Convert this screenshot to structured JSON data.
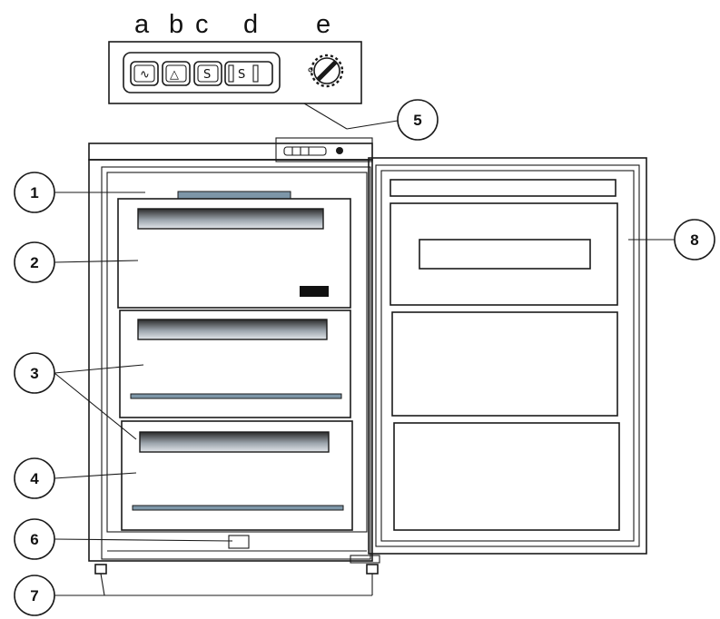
{
  "control_letters": [
    "a",
    "b",
    "c",
    "d",
    "e"
  ],
  "callouts": [
    "1",
    "2",
    "3",
    "4",
    "5",
    "6",
    "7",
    "8"
  ],
  "buttons": {
    "a_symbol": "∿",
    "b_symbol": "△",
    "c_symbol": "S",
    "d_symbol": "S"
  },
  "colors": {
    "line": "#1a1a1a",
    "shelf_blue": "#7d96a8",
    "handle_dark": "#2a2a2a",
    "handle_light": "#d8dde2"
  }
}
